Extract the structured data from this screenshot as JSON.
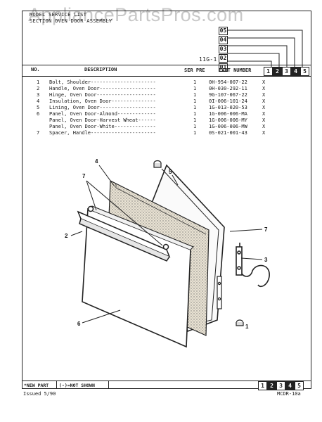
{
  "watermark": "AppliancePartsPros.com",
  "header": {
    "model_line": "MODEL SERVICE LIST",
    "section_line": "SECTION OVEN DOOR ASSEMBLY",
    "versions": [
      "05",
      "04",
      "03",
      "02",
      "01"
    ],
    "page_code": "11G-1"
  },
  "columns": {
    "no": "NO.",
    "description": "DESCRIPTION",
    "ser_pre": "SER PRE",
    "part_number": "PART NUMBER",
    "nums": [
      "1",
      "2",
      "3",
      "4",
      "5"
    ]
  },
  "parts": [
    {
      "no": "1",
      "desc": "Bolt, Shoulder----------------------",
      "qty": "1",
      "pn": "0H-954-007-22",
      "x": "X"
    },
    {
      "no": "2",
      "desc": "Handle, Oven Door-------------------",
      "qty": "1",
      "pn": "0H-030-292-11",
      "x": "X"
    },
    {
      "no": "3",
      "desc": "Hinge, Oven Door--------------------",
      "qty": "1",
      "pn": "9G-107-067-22",
      "x": "X"
    },
    {
      "no": "4",
      "desc": "Insulation, Oven Door---------------",
      "qty": "1",
      "pn": "0I-006-101-24",
      "x": "X"
    },
    {
      "no": "5",
      "desc": "Lining, Oven Door-------------------",
      "qty": "1",
      "pn": "1G-013-020-53",
      "x": "X"
    },
    {
      "no": "6",
      "desc": "Panel, Oven Door-Almond-------------",
      "qty": "1",
      "pn": "1G-006-006-MA",
      "x": "X"
    },
    {
      "no": "",
      "desc": "Panel, Oven Door-Harvest Wheat------",
      "qty": "1",
      "pn": "1G-006-006-MY",
      "x": "X"
    },
    {
      "no": "",
      "desc": "Panel, Oven Door-White--------------",
      "qty": "1",
      "pn": "1G-006-006-MW",
      "x": "X"
    },
    {
      "no": "7",
      "desc": "Spacer, Handle----------------------",
      "qty": "1",
      "pn": "0S-021-001-43",
      "x": "X"
    }
  ],
  "callouts": [
    "1",
    "2",
    "3",
    "4",
    "5",
    "6",
    "7",
    "7"
  ],
  "footer": {
    "new_part": "*NEW PART",
    "not_shown": "(-)=NOT SHOWN",
    "issued": "Issued 5/90",
    "code": "MCDR-10a",
    "nums": [
      "1",
      "2",
      "3",
      "4",
      "5"
    ]
  }
}
